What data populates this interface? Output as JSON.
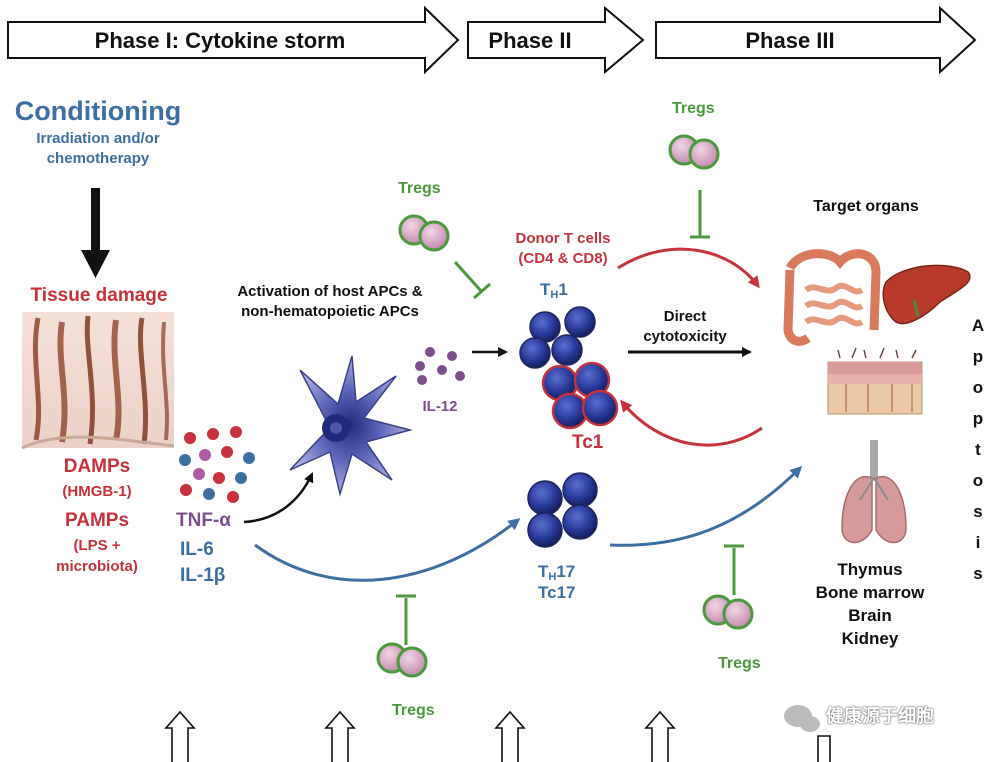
{
  "phases": [
    {
      "label": "Phase I: Cytokine storm"
    },
    {
      "label": "Phase II"
    },
    {
      "label": "Phase III"
    }
  ],
  "conditioning": {
    "title": "Conditioning",
    "subtitle_line1": "Irradiation and/or",
    "subtitle_line2": "chemotherapy"
  },
  "tissue_damage": "Tissue damage",
  "damps": {
    "label": "DAMPs",
    "example": "(HMGB-1)"
  },
  "pamps": {
    "label": "PAMPs",
    "example_line1": "(LPS +",
    "example_line2": "microbiota)"
  },
  "cytokines": {
    "tnf": "TNF-α",
    "il6": "IL-6",
    "il1": "IL-1β",
    "il12": "IL-12"
  },
  "activation": {
    "line1": "Activation of host APCs &",
    "line2": "non-hematopoietic APCs"
  },
  "donor_t_cells": {
    "line1": "Donor T cells",
    "line2": "(CD4 & CD8)"
  },
  "th1": {
    "prefix": "T",
    "sub": "H",
    "suffix": "1"
  },
  "tc1": "Tc1",
  "th17": {
    "prefix": "T",
    "sub": "H",
    "suffix": "17"
  },
  "tc17": "Tc17",
  "direct_cytotoxicity": {
    "line1": "Direct",
    "line2": "cytotoxicity"
  },
  "target_organs": "Target organs",
  "organs_list": [
    "Thymus",
    "Bone marrow",
    "Brain",
    "Kidney"
  ],
  "tregs_label": "Tregs",
  "apoptosis_letters": [
    "A",
    "p",
    "o",
    "p",
    "t",
    "o",
    "s",
    "i",
    "s"
  ],
  "watermark": "健康源于细胞",
  "colors": {
    "blue": "#3d6fa3",
    "red": "#c8323c",
    "green": "#4a9a3c",
    "purple": "#7d4f8c",
    "cell_blue": "#2a3f9a",
    "treg_pink": "#d9a9c4"
  }
}
